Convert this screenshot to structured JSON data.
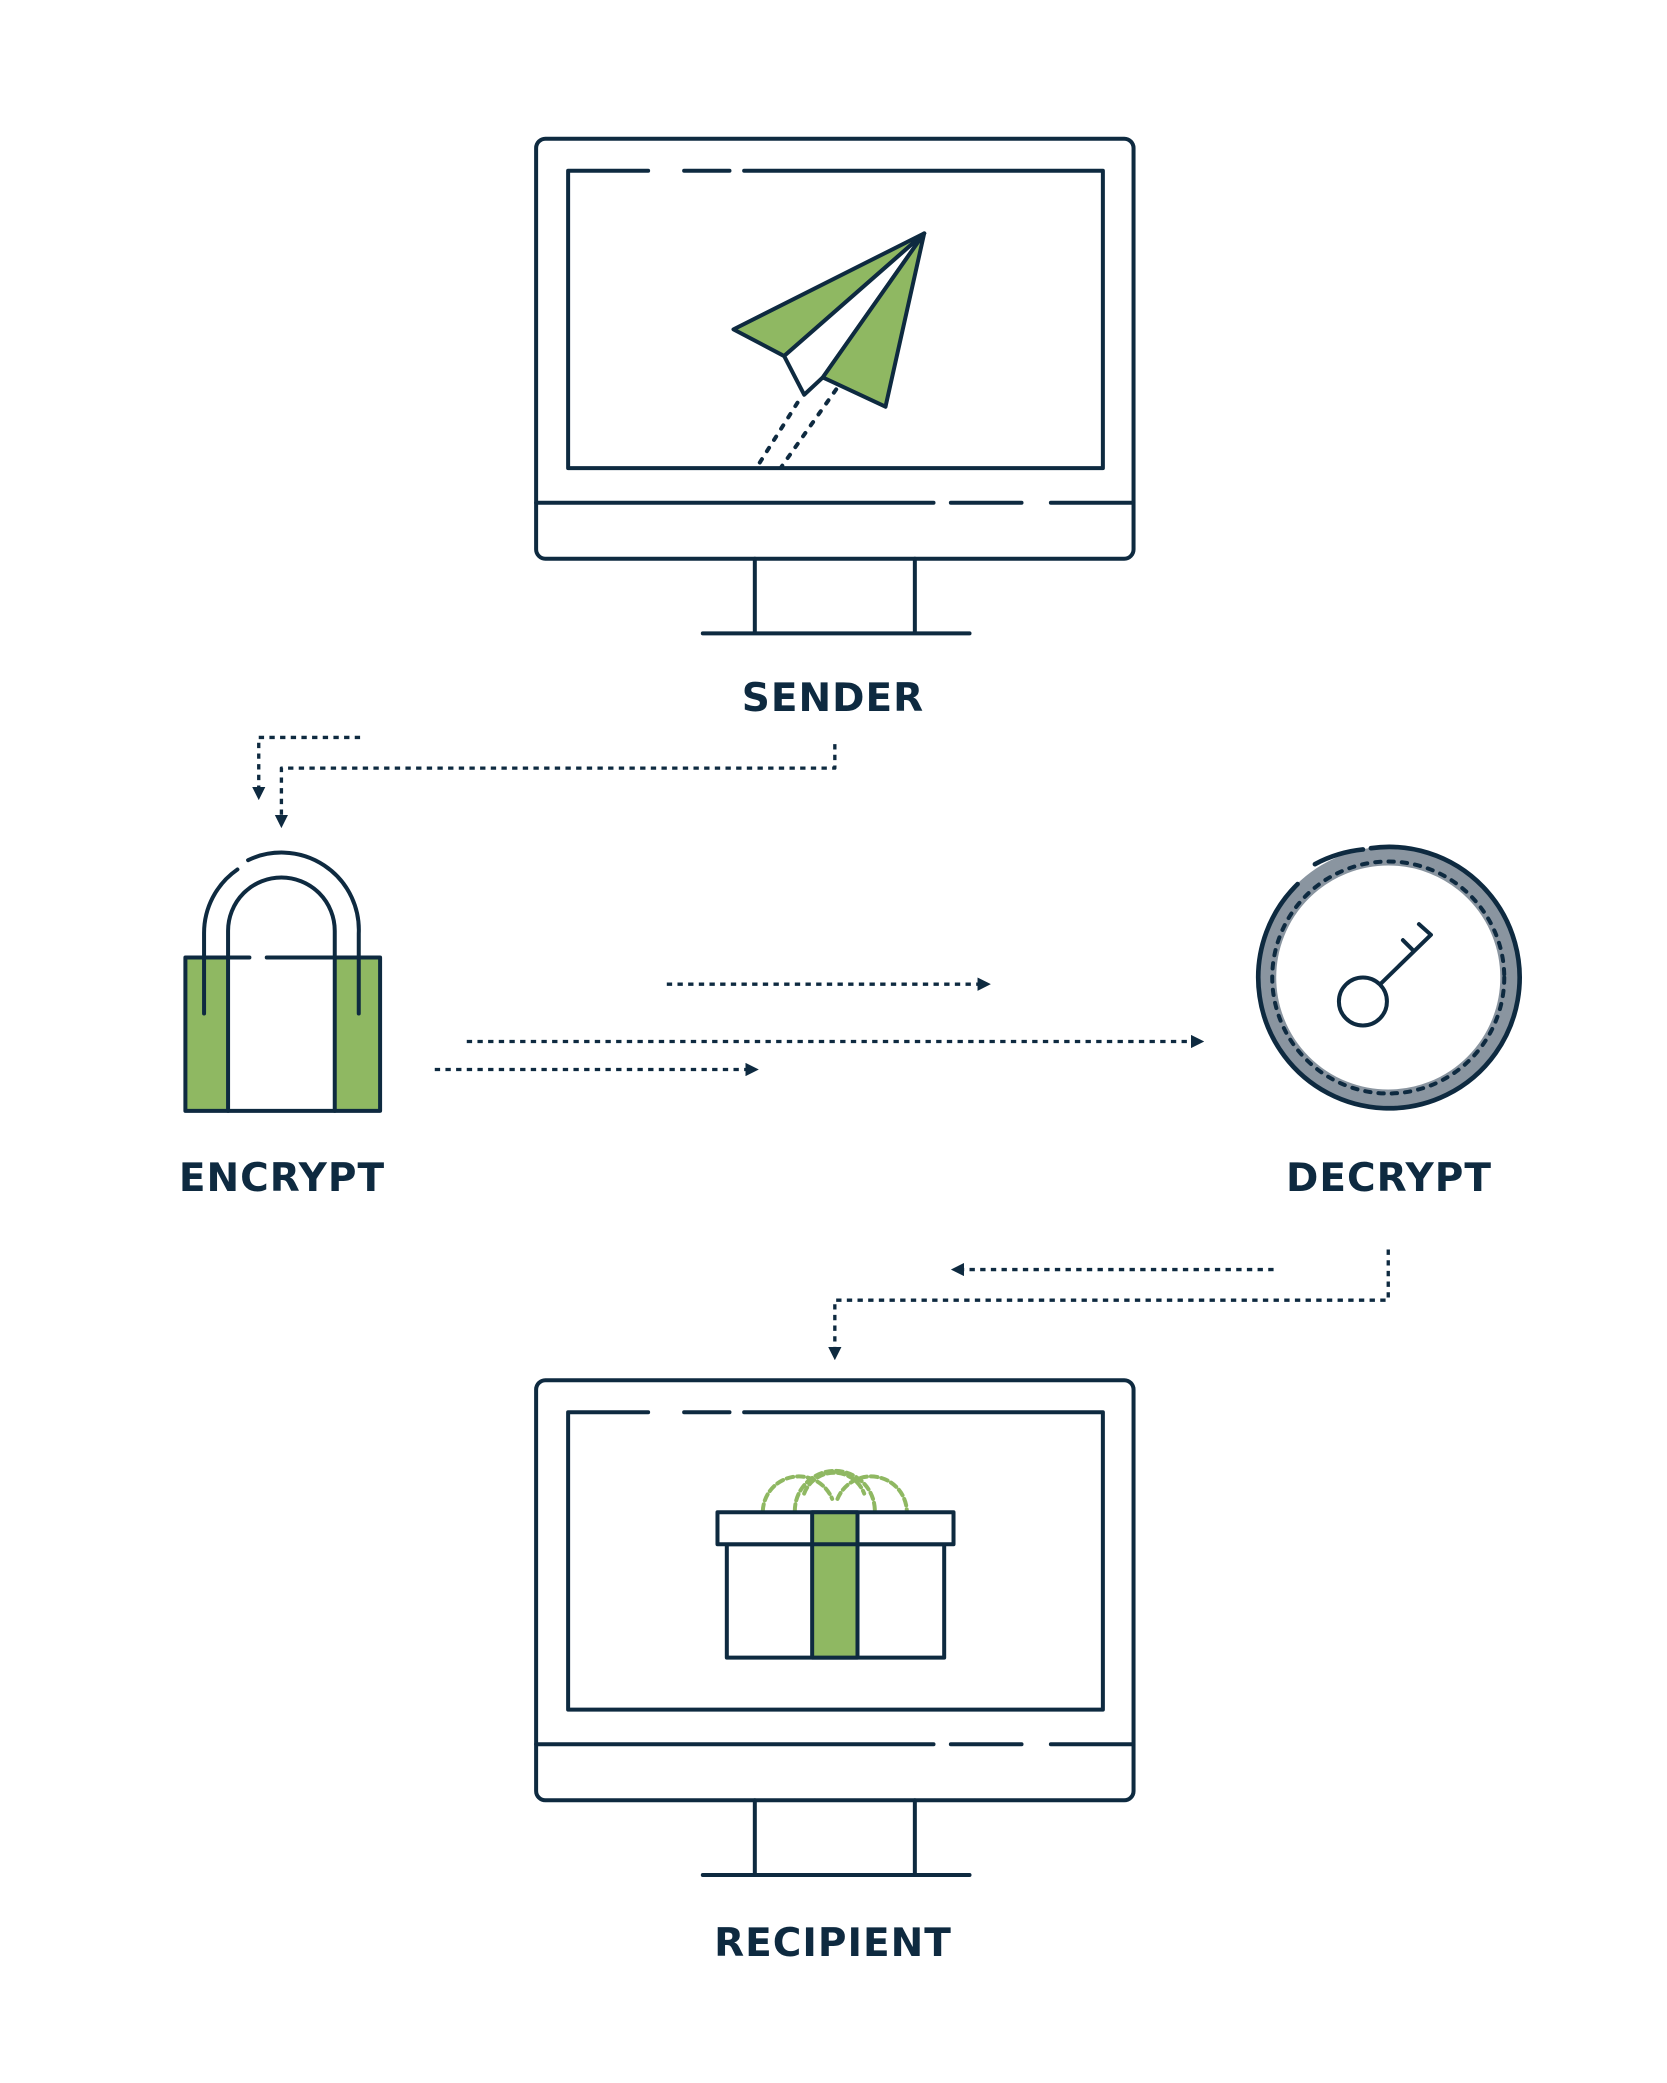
{
  "labels": {
    "sender": "SENDER",
    "encrypt": "ENCRYPT",
    "decrypt": "DECRYPT",
    "recipient": "RECIPIENT"
  },
  "colors": {
    "navy": "#0e2a40",
    "green": "#8fb862",
    "grey": "#8a95a0"
  },
  "icons": [
    "monitor-icon",
    "paper-plane-icon",
    "padlock-icon",
    "key-icon",
    "gift-icon"
  ]
}
